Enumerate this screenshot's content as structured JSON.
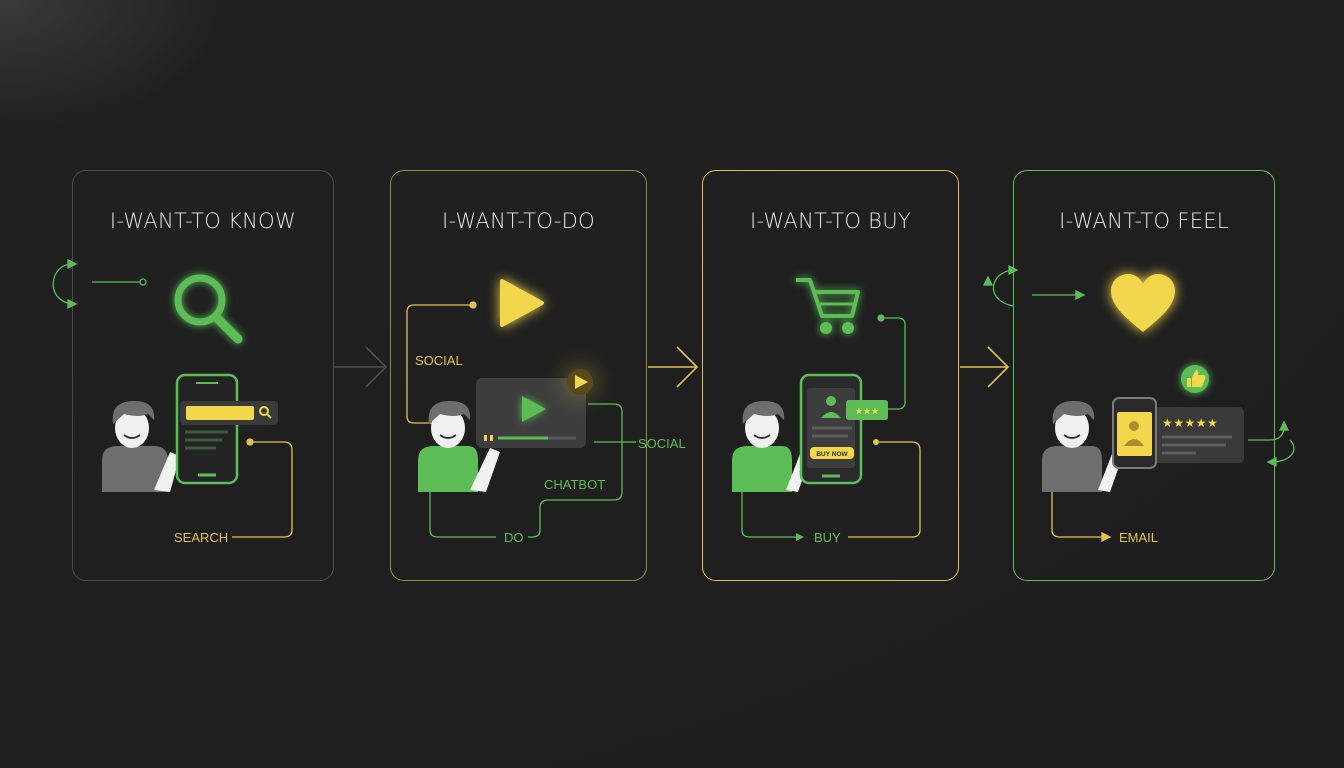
{
  "colors": {
    "background": "#1e1e1e",
    "green": "#5cbd57",
    "yellow": "#f2d64b",
    "gray": "#6e6e6e",
    "border_know": "#4a4a4a",
    "border_do": "#8f8f3a",
    "border_buy": "#e2c24c",
    "border_feel": "#5cbd57"
  },
  "cards": [
    {
      "title": "I-WANT-TO KNOW",
      "icon": "magnifier-icon",
      "labels": [
        "SEARCH"
      ]
    },
    {
      "title": "I-WANT-TO-DO",
      "icon": "play-icon",
      "labels": [
        "SOCIAL",
        "SOCIAL",
        "CHATBOT",
        "DO"
      ]
    },
    {
      "title": "I-WANT-TO BUY",
      "icon": "shopping-cart-icon",
      "labels": [
        "BUY"
      ],
      "phone_button": "BUY NOW"
    },
    {
      "title": "I-WANT-TO FEEL",
      "icon": "heart-icon",
      "labels": [
        "EMAIL"
      ]
    }
  ]
}
